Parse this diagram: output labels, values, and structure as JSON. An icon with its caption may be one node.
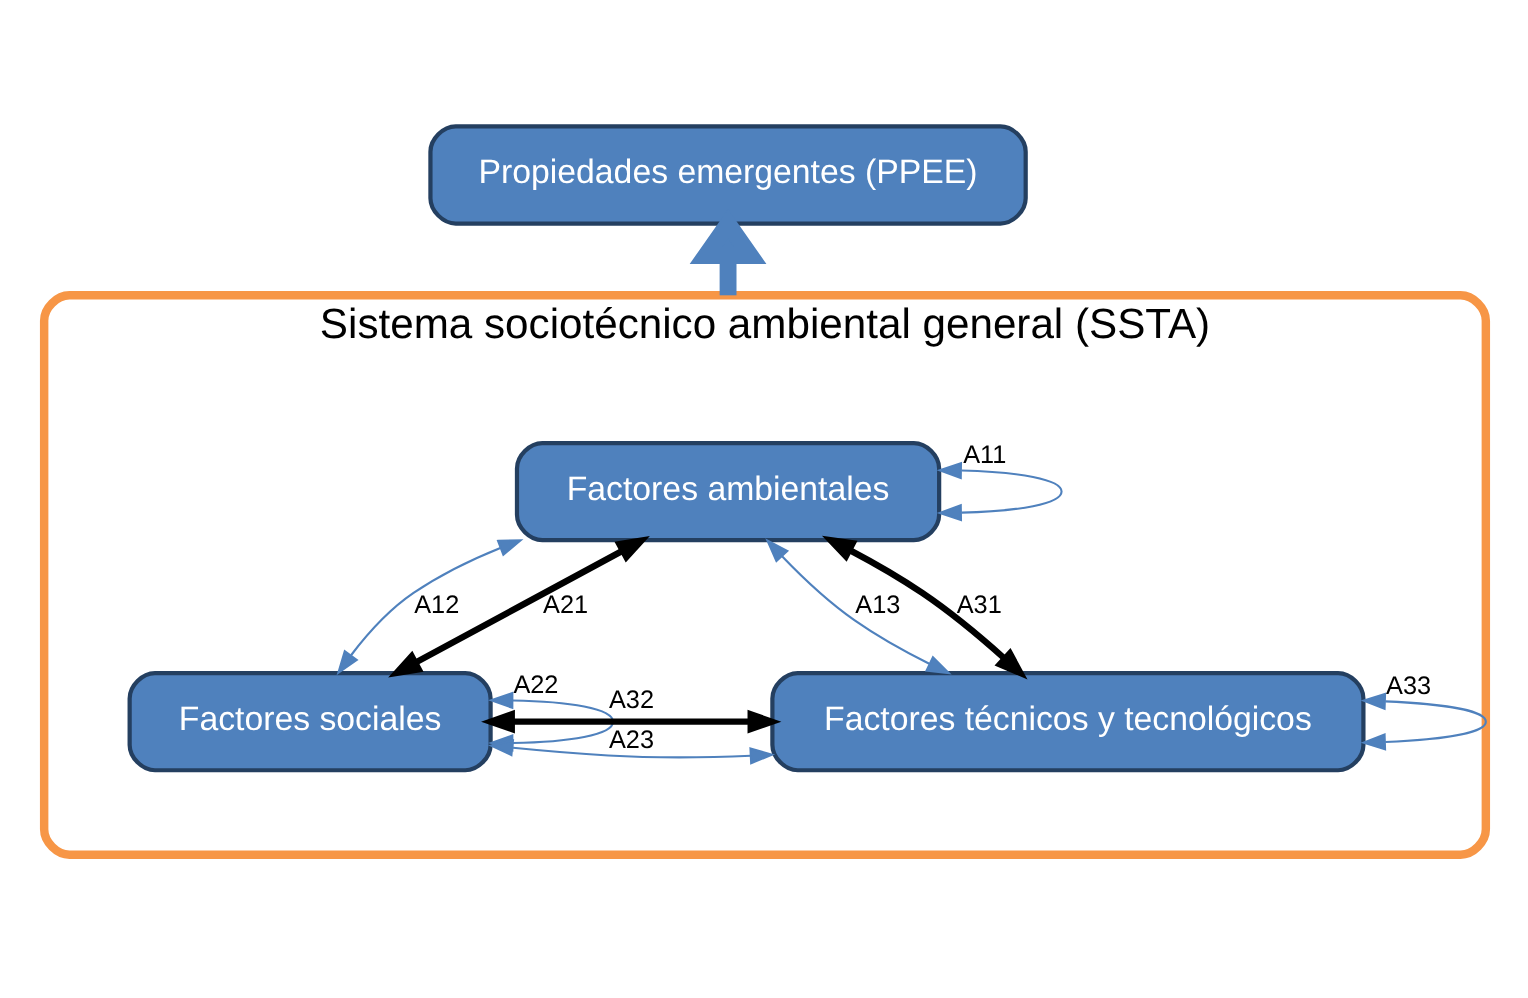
{
  "diagram": {
    "nodes": [
      {
        "text": [
          "Propiedades emergentes (PPEE)"
        ]
      },
      {
        "text": [
          "Sistema sociotécnico ambiental general (SSTA)"
        ]
      },
      {
        "text": [
          "Factores ambientales"
        ],
        "in": 1
      },
      {
        "text": [
          "Factores sociales"
        ],
        "in": 1
      },
      {
        "text": [
          "Factores técnicos y tecnológicos"
        ],
        "in": 1
      }
    ],
    "edges": [
      {
        "from": 1,
        "to": 0,
        "arrow": "to",
        "style": "thick"
      },
      {
        "from": 2,
        "to": 2,
        "arrow": "both",
        "label": "A11"
      },
      {
        "from": 2,
        "to": 3,
        "arrow": "both",
        "label": "A12"
      },
      {
        "from": 2,
        "to": 4,
        "arrow": "both",
        "label": "A13"
      },
      {
        "from": 3,
        "to": 2,
        "arrow": "both",
        "label": "A21",
        "style": "thick",
        "color": "#000000"
      },
      {
        "from": 2,
        "to": 4,
        "arrow": "both",
        "label": "A31",
        "style": "thick",
        "color": "#000000"
      },
      {
        "from": 3,
        "to": 4,
        "arrow": "both",
        "label": "A32",
        "style": "thick",
        "color": "#000000"
      },
      {
        "from": 3,
        "to": 3,
        "arrow": "both",
        "label": "A22"
      },
      {
        "from": 3,
        "to": 4,
        "arrow": "both",
        "label": "A23"
      },
      {
        "from": 4,
        "to": 4,
        "arrow": "both",
        "label": "A33"
      }
    ]
  }
}
